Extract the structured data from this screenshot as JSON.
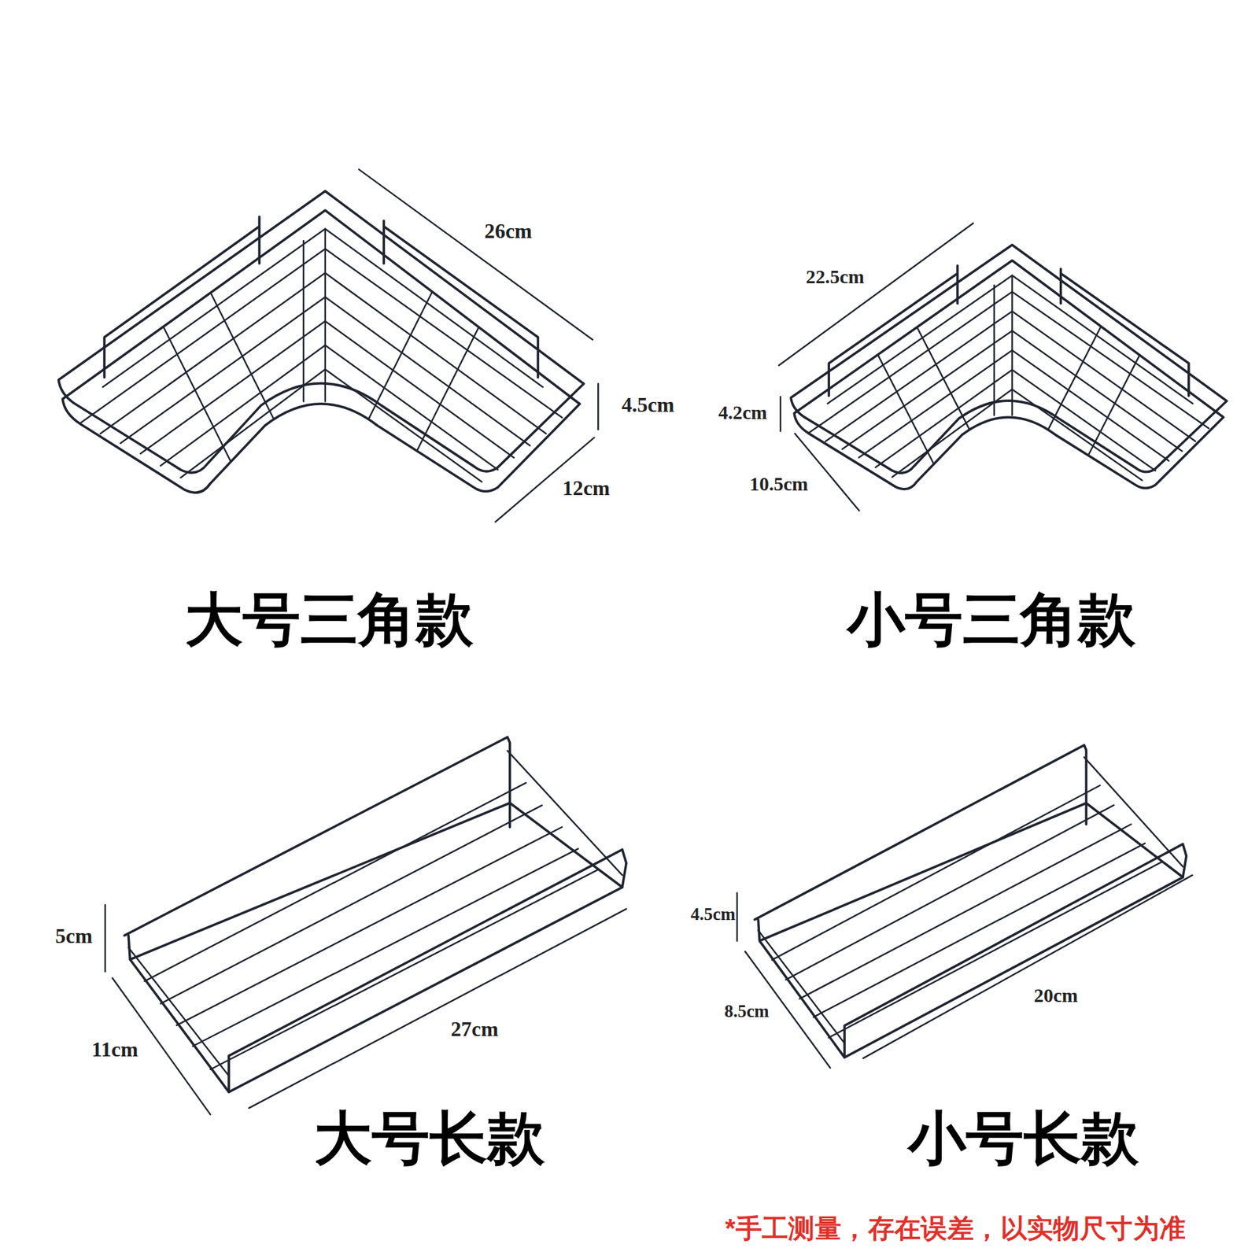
{
  "diagram": {
    "labels": [
      "26cm",
      "22.5cm",
      "4.5cm",
      "4.2cm",
      "12cm",
      "10.5cm",
      "大号三角款",
      "小号三角款",
      "5cm",
      "4.5cm",
      "11cm",
      "27cm",
      "8.5cm",
      "20cm",
      "大号长款",
      "小号长款",
      "*手工测量，存在误差，以实物尺寸为准"
    ]
  }
}
